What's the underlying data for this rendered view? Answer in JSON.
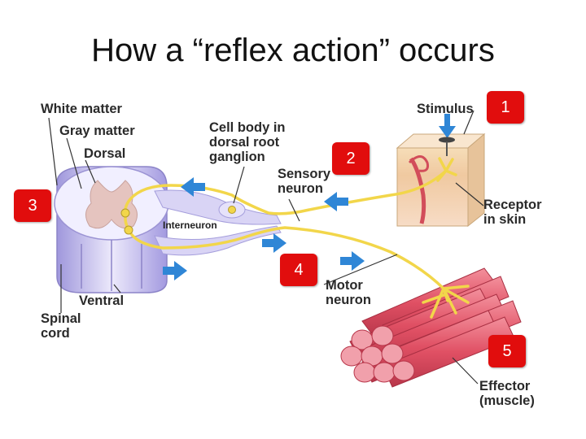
{
  "title": "How a “reflex action” occurs",
  "labels": {
    "white_matter": "White matter",
    "gray_matter": "Gray matter",
    "dorsal": "Dorsal",
    "cell_body_1": "Cell body in",
    "cell_body_2": "dorsal root",
    "cell_body_3": "ganglion",
    "sensory_1": "Sensory",
    "sensory_2": "neuron",
    "stimulus": "Stimulus",
    "receptor_1": "Receptor",
    "receptor_2": "in skin",
    "interneuron": "Interneuron",
    "motor_1": "Motor",
    "motor_2": "neuron",
    "ventral": "Ventral",
    "spinal_1": "Spinal",
    "spinal_2": "cord",
    "effector_1": "Effector",
    "effector_2": "(muscle)"
  },
  "steps": [
    "1",
    "2",
    "3",
    "4",
    "5"
  ],
  "colors": {
    "step_badge": "#e10d0d",
    "nerve": "#f2d64a",
    "arrow": "#2f86d6",
    "muscle": "#e0586a",
    "spinal_cord": "#cbc6ee",
    "skin": "#f3d3a8"
  }
}
